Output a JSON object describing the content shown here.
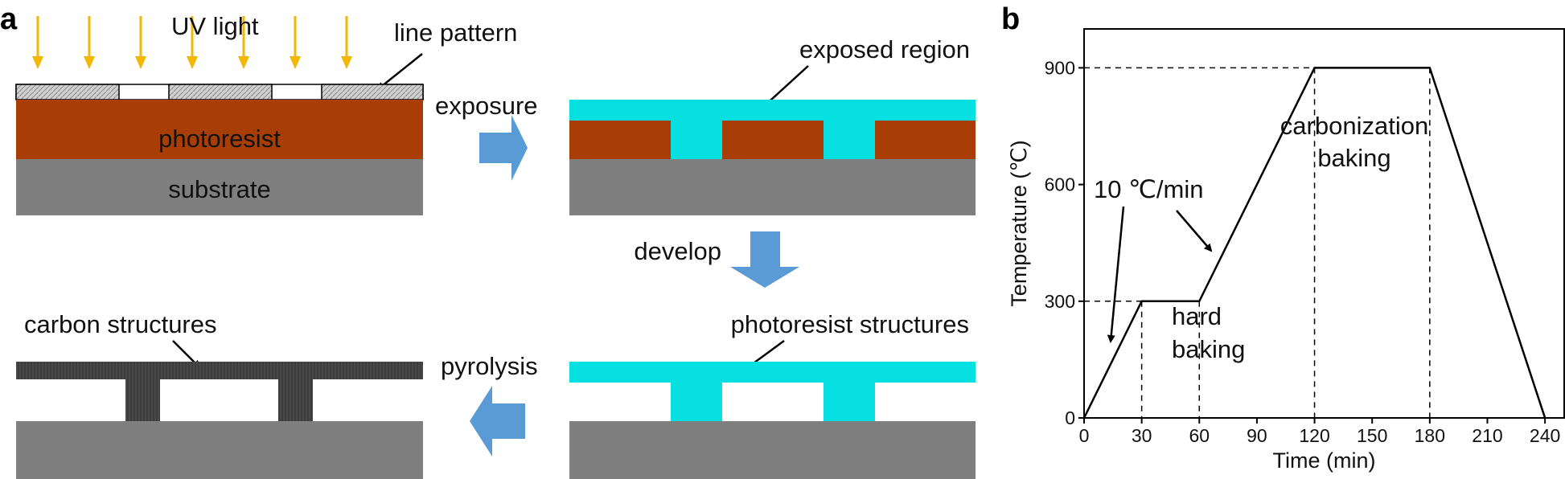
{
  "panel_a": {
    "label": "a",
    "uv_label": "UV light",
    "line_pattern_label": "line pattern",
    "photoresist_label": "photoresist",
    "substrate_label": "substrate",
    "exposure_label": "exposure",
    "exposed_region_label": "exposed region",
    "develop_label": "develop",
    "photoresist_structures_label": "photoresist structures",
    "pyrolysis_label": "pyrolysis",
    "carbon_structures_label": "carbon structures"
  },
  "colors": {
    "photoresist": "#a83e05",
    "substrate": "#7f7f7f",
    "exposed": "#06e0e0",
    "arrow": "#5b9bd5",
    "uv": "#f5b800",
    "carbon": "#3a3a3a",
    "mask_hatch": "#cccccc"
  },
  "panel_b": {
    "label": "b",
    "rate_label": "10 ℃/min",
    "hard_baking_line1": "hard",
    "hard_baking_line2": "baking",
    "carbonization_line1": "carbonization",
    "carbonization_line2": "baking"
  },
  "chart_data": {
    "type": "line",
    "xlabel": "Time (min)",
    "ylabel": "Temperature (℃)",
    "xlim": [
      0,
      250
    ],
    "ylim": [
      0,
      1000
    ],
    "xticks": [
      0,
      30,
      60,
      90,
      120,
      150,
      180,
      210,
      240
    ],
    "yticks": [
      0,
      300,
      600,
      900
    ],
    "series": [
      {
        "x": [
          0,
          30,
          60,
          120,
          180,
          240
        ],
        "y": [
          0,
          300,
          300,
          900,
          900,
          0
        ]
      }
    ],
    "grid": false
  }
}
